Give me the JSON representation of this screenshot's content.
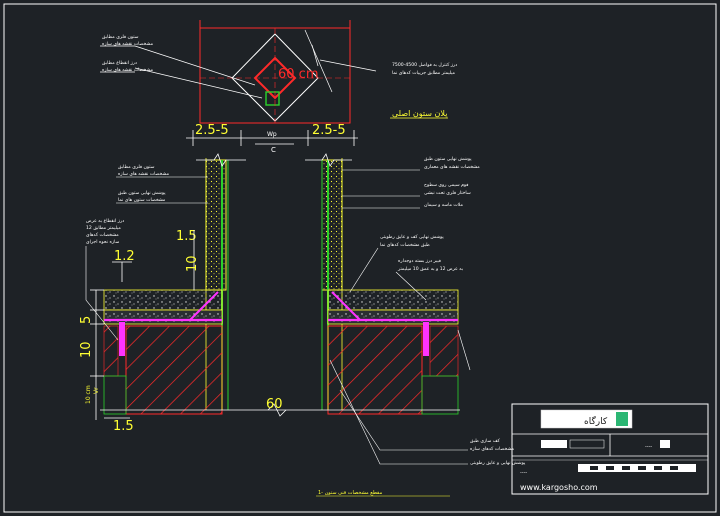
{
  "drawing": {
    "dims": {
      "top_left": "2.5-5",
      "top_right": "2.5-5",
      "cm60": "60 cm",
      "left_15": "1.5",
      "left_12": "1.2",
      "left_10a": "10",
      "left_5": "5",
      "left_10b": "10",
      "left_10cm": "10 cm",
      "left_vr": "Vr",
      "bottom_15": "1.5",
      "bottom_60": "60",
      "wp": "Wp",
      "axis": "C"
    },
    "labels": {
      "section_title": "پلان ستون اصلی",
      "joint_note_1": "درز کنترل به فواصل 4500-7500",
      "joint_note_2": "میلیمتر مطابق جزییات کدهای نما",
      "top_left_1": "ستون فلزی مطابق",
      "top_left_2": "مشخصات نقشه های سازه",
      "top_left_3": "درز انقطاع مطابق",
      "top_left_4": "مشخصات نقشه های سازه",
      "mid_left_1": "ستون فلزی مطابق",
      "mid_left_2": "مشخصات نقشه های سازه",
      "mid_left_3": "پوشش نهایی ستون طبق",
      "mid_left_4": "مشخصات ستون های نما",
      "low_left_1": "درز انقطاع به عرض",
      "low_left_2": "12 میلیمتر مطابق",
      "low_left_3": "مشخصات کدهای",
      "low_left_4": "سازه نحوه اجرای",
      "right_1": "پوشش نهایی ستون طبق",
      "right_2": "مشخصات نقشه های معماری",
      "right_3": "فوم سیمی روی سطوح",
      "right_4": "ساختار فلزی تحت نبشی",
      "right_5": "ملات ماسه و سیمان",
      "right_6": "پوشش نهایی کف و عایق رطوبتی",
      "right_7": "طبق مشخصات کدهای نما",
      "right_8": "فیبر درز بسته دوجداره",
      "right_9": "به عرض 12 و به عمق 10 میلیمتر",
      "bottom_r_1": "کف سازی طبق",
      "bottom_r_2": "مشخصات کدهای سازه",
      "bottom_r_3": "پوشش نهایی و عایق رطوبتی",
      "caption": "1- مقطع مشخصات فنی ستون"
    }
  },
  "title_block": {
    "logo_text": "کارگاه",
    "website": "www.kargosho.com",
    "field_a": "----",
    "field_b": "----"
  },
  "colors": {
    "background": "#1e2226",
    "dimension_red": "#ff2a2a",
    "yellow": "#ffff33",
    "green": "#2bd32b",
    "magenta": "#ff33ff",
    "white": "#ffffff"
  }
}
